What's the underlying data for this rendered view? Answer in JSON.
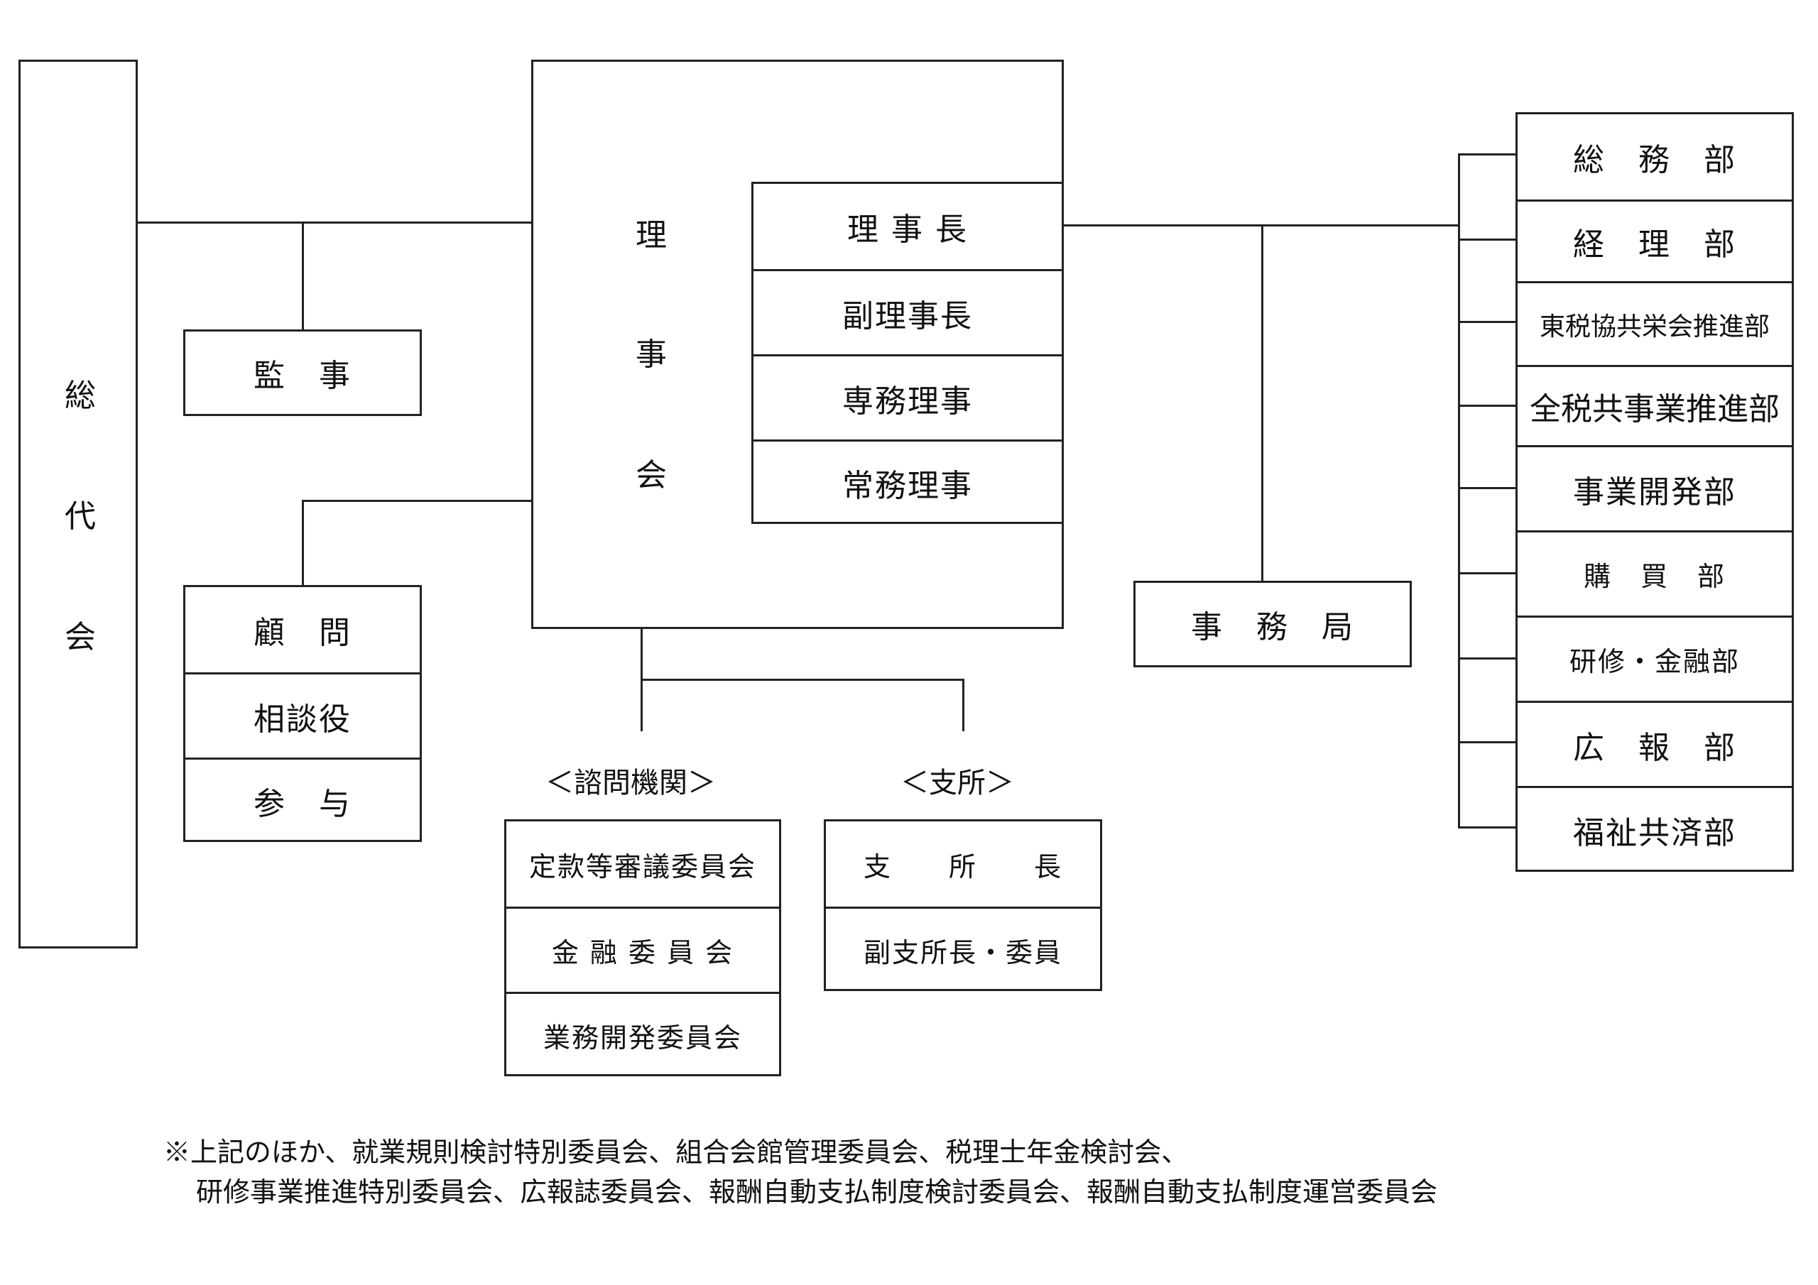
{
  "general_assembly": {
    "c1": "総",
    "c2": "代",
    "c3": "会"
  },
  "auditor": "監　事",
  "board": {
    "c1": "理",
    "c2": "事",
    "c3": "会",
    "officers": [
      "理 事 長",
      "副理事長",
      "専務理事",
      "常務理事"
    ]
  },
  "advisors": [
    "顧　問",
    "相談役",
    "参　与"
  ],
  "secretariat": "事　務　局",
  "departments": [
    "総　務　部",
    "経　理　部",
    "東税協共栄会推進部",
    "全税共事業推進部",
    "事業開発部",
    "購　買　部",
    "研修・金融部",
    "広　報　部",
    "福祉共済部"
  ],
  "advisory_bodies": {
    "label": "＜諮問機関＞",
    "items": [
      "定款等審議委員会",
      "金 融 委 員 会",
      "業務開発委員会"
    ]
  },
  "branches": {
    "label": "＜支所＞",
    "items": [
      "支　　所　　長",
      "副支所長・委員"
    ]
  },
  "footnote": {
    "line1": "※上記のほか、就業規則検討特別委員会、組合会館管理委員会、税理士年金検討会、",
    "line2": "研修事業推進特別委員会、広報誌委員会、報酬自動支払制度検討委員会、報酬自動支払制度運営委員会"
  }
}
